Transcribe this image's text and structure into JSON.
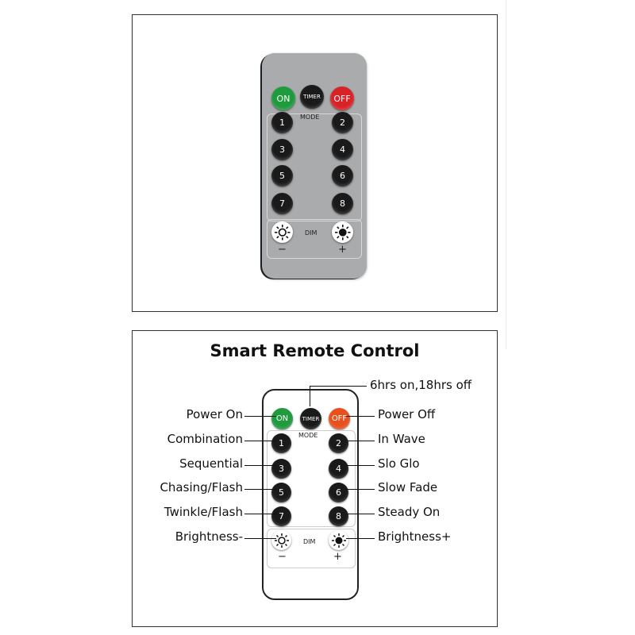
{
  "remote": {
    "on_label": "ON",
    "timer_label": "TIMER",
    "off_label": "OFF",
    "mode_label": "MODE",
    "dim_label": "DIM",
    "minus_label": "−",
    "plus_label": "+",
    "numbers": [
      "1",
      "2",
      "3",
      "4",
      "5",
      "6",
      "7",
      "8"
    ]
  },
  "diagram": {
    "title": "Smart Remote Control",
    "timer_desc": "6hrs on,18hrs off",
    "left_labels": [
      "Power On",
      "Combination",
      "Sequential",
      "Chasing/Flash",
      "Twinkle/Flash",
      "Brightness-"
    ],
    "right_labels": [
      "Power Off",
      "In Wave",
      "Slo Glo",
      "Slow Fade",
      "Steady On",
      "Brightness+"
    ]
  },
  "colors": {
    "on": "#1f9a3d",
    "off": "#d82226",
    "off_diagram": "#e8501d",
    "body": "#a9abad"
  }
}
